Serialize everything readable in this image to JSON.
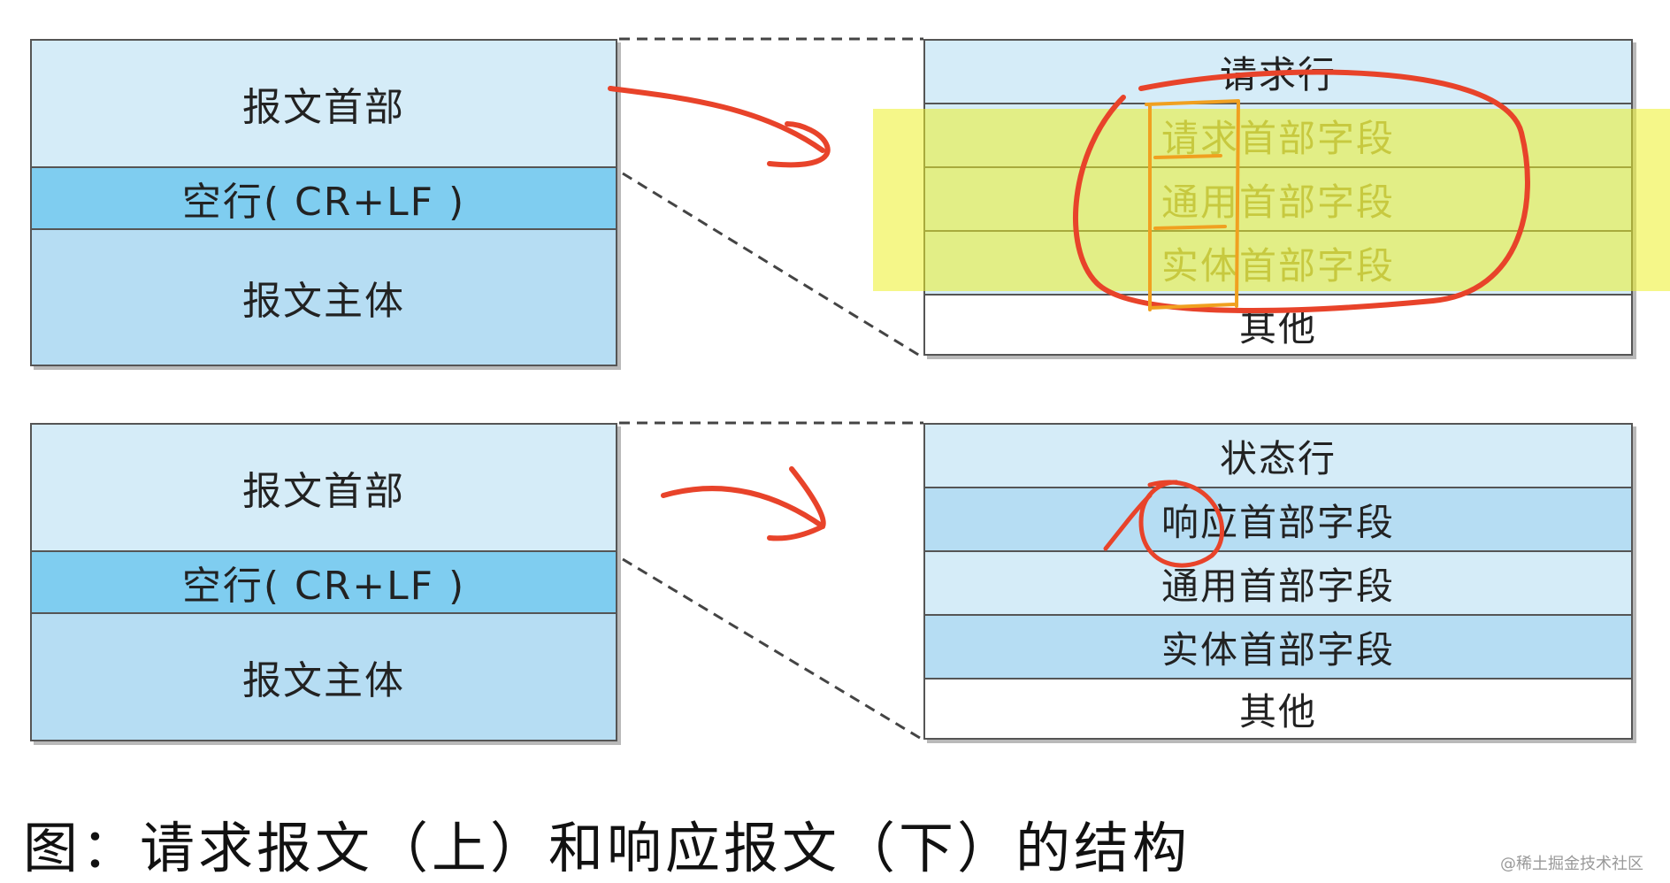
{
  "top": {
    "left_blocks": [
      "报文首部",
      "空行( CR+LF )",
      "报文主体"
    ],
    "right_rows": [
      "请求行",
      "请求首部字段",
      "通用首部字段",
      "实体首部字段",
      "其他"
    ]
  },
  "bottom": {
    "left_blocks": [
      "报文首部",
      "空行( CR+LF )",
      "报文主体"
    ],
    "right_rows": [
      "状态行",
      "响应首部字段",
      "通用首部字段",
      "实体首部字段",
      "其他"
    ]
  },
  "caption": "图：请求报文（上）和响应报文（下）的结构",
  "watermark": "@稀土掘金技术社区",
  "colors": {
    "light_blue": "#d5ecf8",
    "mid_blue": "#b6ddf3",
    "dark_blue": "#7fcdf0",
    "highlight_yellow": "#ecf028",
    "annotation_red": "#e8432a",
    "annotation_orange": "#f0a020"
  }
}
